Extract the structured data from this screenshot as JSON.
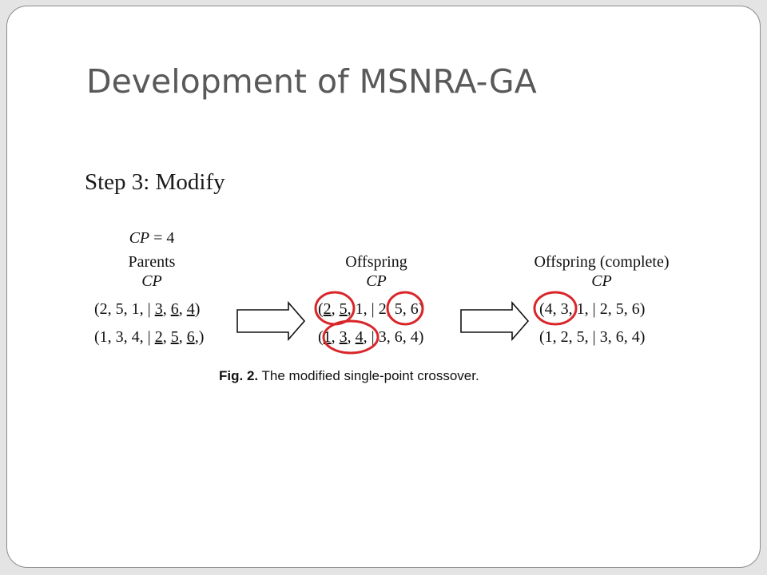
{
  "slide": {
    "title": "Development of MSNRA-GA",
    "step": "Step 3: Modify"
  },
  "figure": {
    "cp_eq_label": "CP",
    "cp_eq_value": " = 4",
    "parents_header": "Parents",
    "offspring_header": "Offspring",
    "complete_header": "Offspring (complete)",
    "cp_label": "CP",
    "parents": [
      {
        "pre": "(2, 5, 1, ",
        "sep": "|",
        "p1": "3",
        "c1": ", ",
        "p2": "6",
        "c2": ", ",
        "p3": "4",
        "post": ")"
      },
      {
        "pre": "(1, 3, 4, ",
        "sep": "|",
        "p1": "2",
        "c1": ", ",
        "p2": "5",
        "c2": ", ",
        "p3": "6",
        "post": ",)"
      }
    ],
    "offspring": [
      {
        "open": "(",
        "u1": "2",
        "c1": ", ",
        "u2": "5",
        "mid": ", 1, ",
        "sep": "|",
        "rest": " 2, 5, 6)"
      },
      {
        "open": "(",
        "u1": "1",
        "c1": ", ",
        "u2": "3",
        "c2": ", ",
        "u3": "4",
        "mid": ", ",
        "sep": "|",
        "rest": " 3, 6, 4)"
      }
    ],
    "complete": [
      {
        "pre": "(4, 3, 1, ",
        "sep": "|",
        "rest": " 2, 5, 6)"
      },
      {
        "pre": "(1, 2, 5, ",
        "sep": "|",
        "rest": " 3, 6, 4)"
      }
    ],
    "caption_bold": "Fig. 2.",
    "caption_text": " The modified single-point crossover.",
    "highlight_color": "#d9262a"
  }
}
